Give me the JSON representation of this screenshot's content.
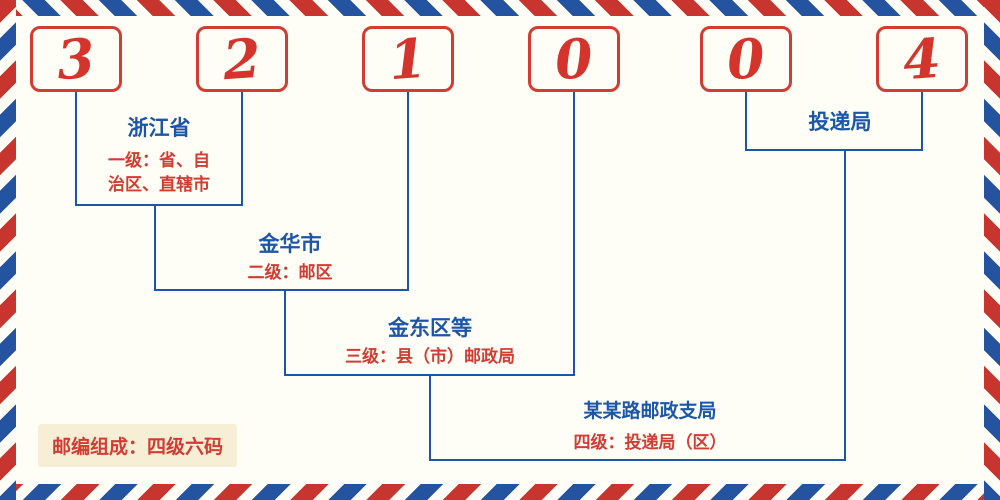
{
  "postal_code": {
    "digits": [
      "3",
      "2",
      "1",
      "0",
      "0",
      "4"
    ]
  },
  "levels": {
    "level1": {
      "name": "浙江省",
      "desc_line1": "一级：省、自",
      "desc_line2": "治区、直辖市"
    },
    "level2": {
      "name": "金华市",
      "desc": "二级：邮区"
    },
    "level3": {
      "name": "金东区等",
      "desc": "三级：县（市）邮政局"
    },
    "level4": {
      "name": "某某路邮政支局",
      "desc": "四级：投递局（区）"
    },
    "delivery": {
      "name": "投递局"
    }
  },
  "footer": {
    "label": "邮编组成：四级六码"
  },
  "colors": {
    "red": "#d23c32",
    "blue": "#1c56a8"
  }
}
